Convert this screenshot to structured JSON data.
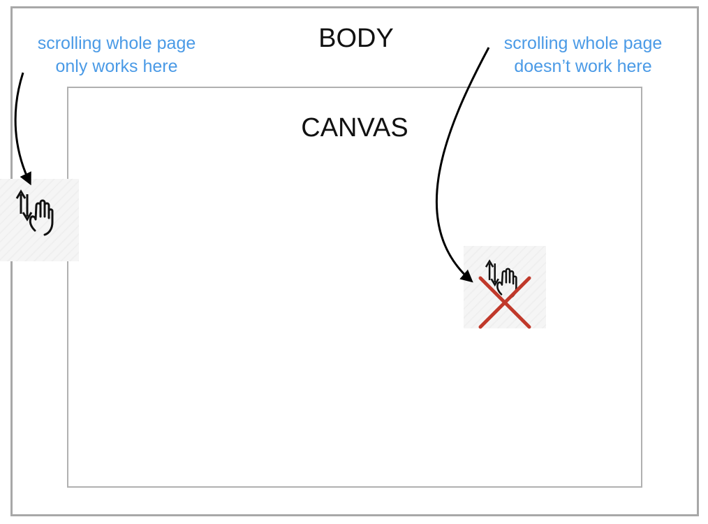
{
  "labels": {
    "body": "BODY",
    "canvas": "CANVAS"
  },
  "notes": {
    "left": {
      "line1": "scrolling whole page",
      "line2": "only works here"
    },
    "right": {
      "line1": "scrolling whole page",
      "line2": "doesn’t work here"
    }
  },
  "icons": {
    "left": "scroll-gesture-icon",
    "right": "scroll-gesture-icon",
    "cross": "cross-icon"
  },
  "colors": {
    "note": "#4a9ae6",
    "cross": "#c0392b",
    "frame": "#a8a8a8"
  }
}
